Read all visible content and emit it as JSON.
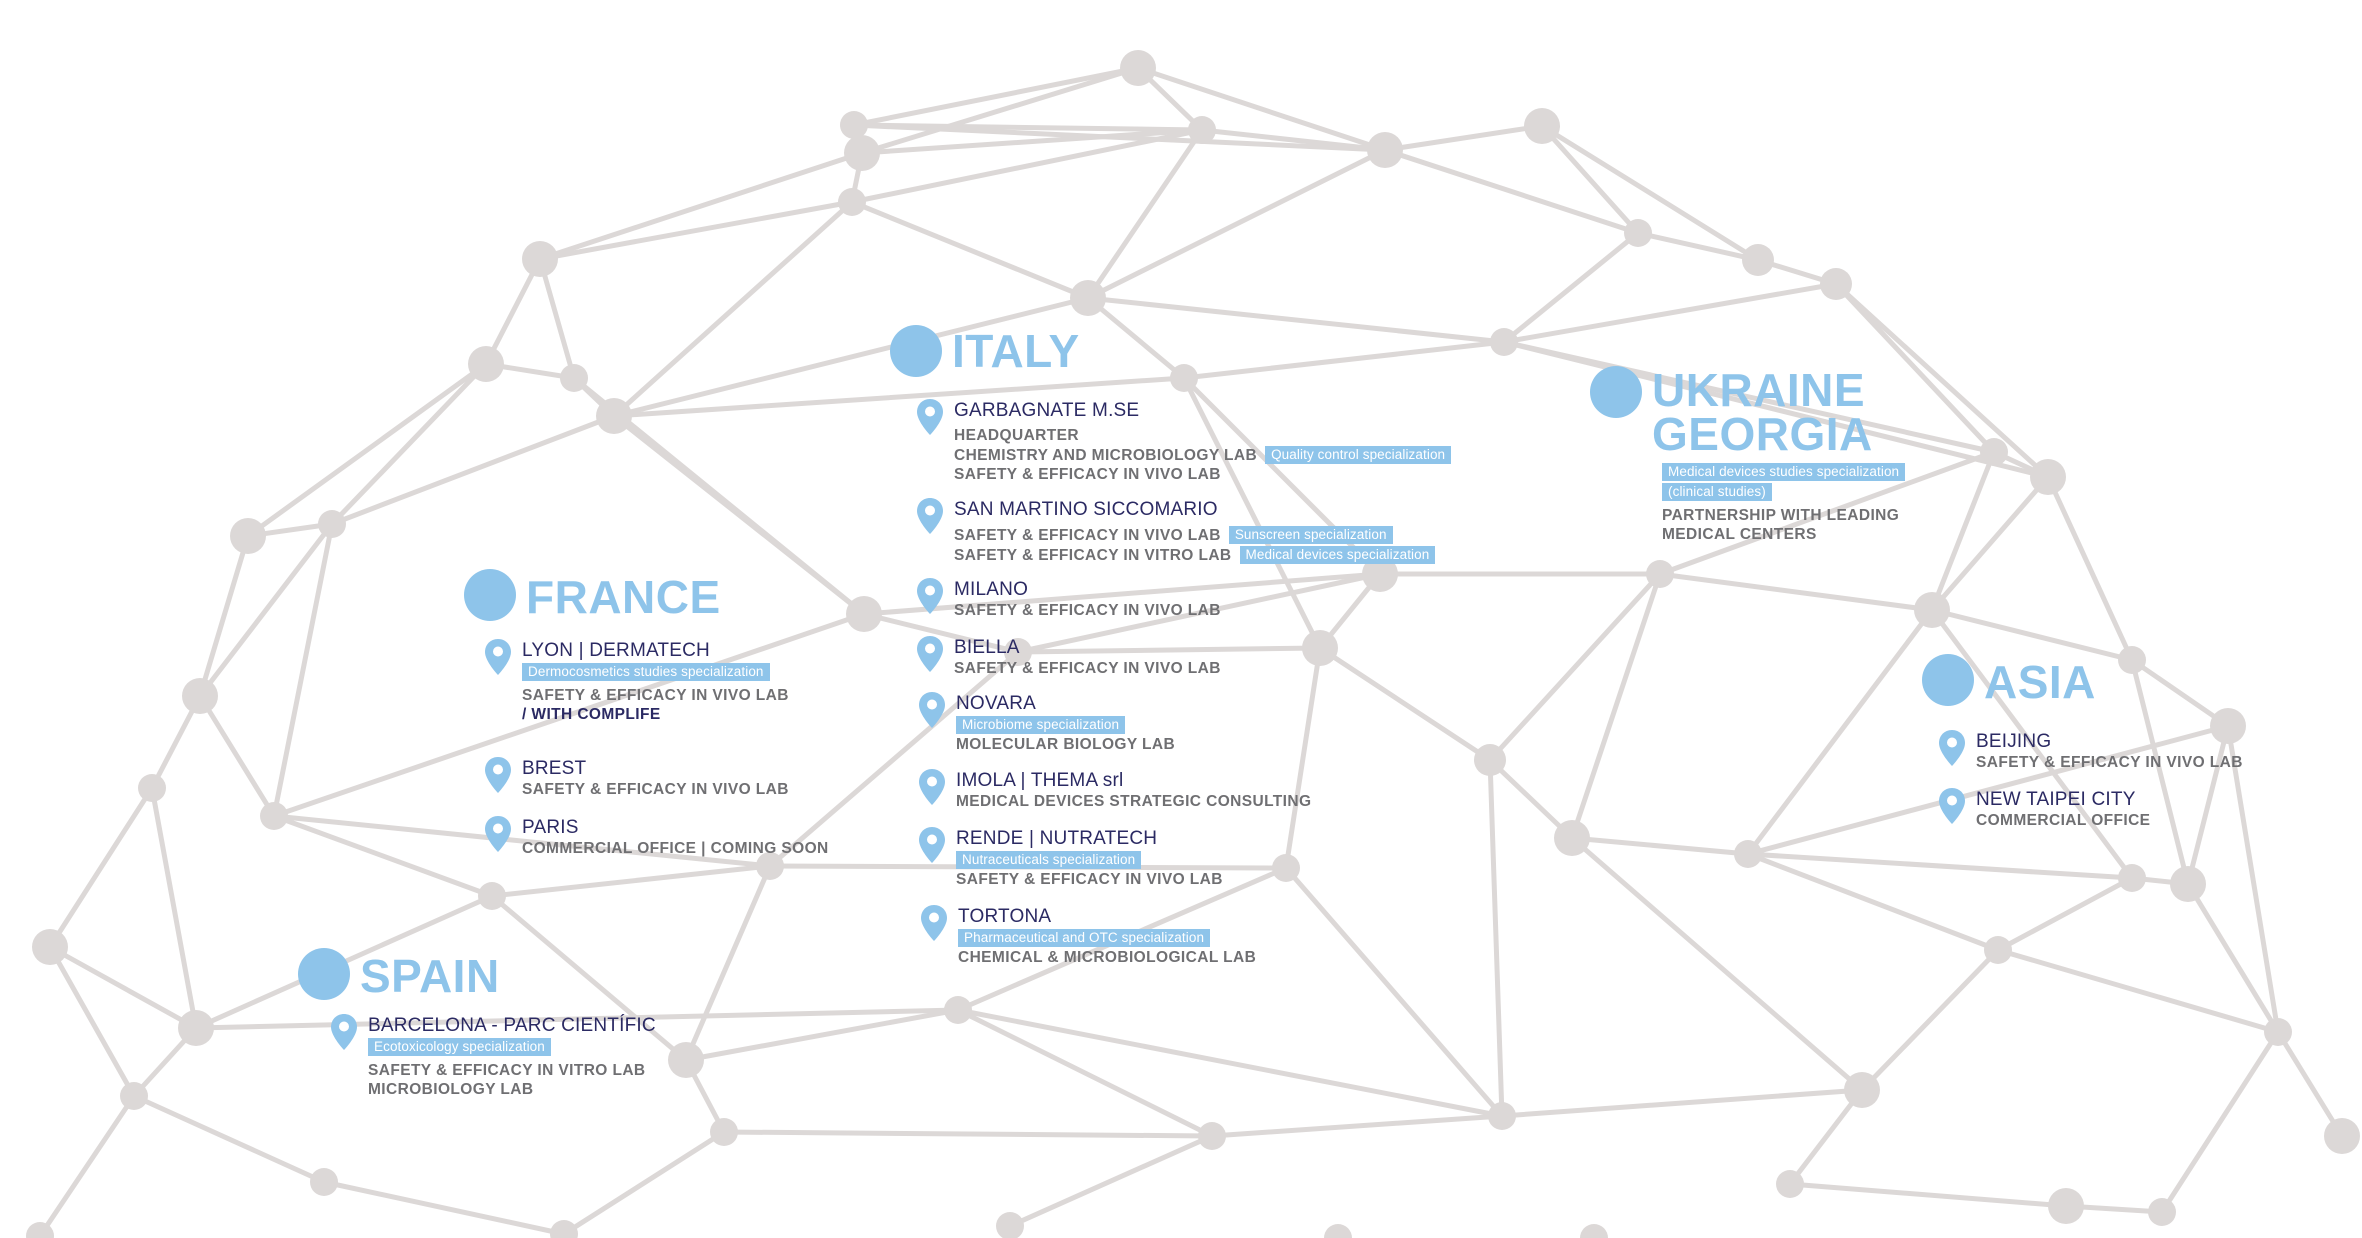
{
  "colors": {
    "accent": "#8ec4ea",
    "network": "#dcd8d7",
    "name_text": "#2b2a63",
    "detail_text": "#6f6f72"
  },
  "regions": {
    "italy": {
      "title": "ITALY",
      "locations": [
        {
          "name": "GARBAGNATE M.SE",
          "lines": [
            {
              "text": "HEADQUARTER"
            },
            {
              "text": "CHEMISTRY AND MICROBIOLOGY LAB",
              "tag": "Quality control specialization"
            },
            {
              "text": "SAFETY & EFFICACY IN VIVO LAB"
            }
          ]
        },
        {
          "name": "SAN MARTINO SICCOMARIO",
          "lines": [
            {
              "text": "SAFETY & EFFICACY IN VIVO LAB",
              "tag": "Sunscreen specialization"
            },
            {
              "text": "SAFETY & EFFICACY IN VITRO LAB",
              "tag": "Medical devices specialization"
            }
          ]
        },
        {
          "name": "MILANO",
          "lines": [
            {
              "text": "SAFETY & EFFICACY IN VIVO LAB"
            }
          ]
        },
        {
          "name": "BIELLA",
          "lines": [
            {
              "text": "SAFETY & EFFICACY IN VIVO LAB"
            }
          ]
        },
        {
          "name": "NOVARA",
          "tag": "Microbiome specialization",
          "lines": [
            {
              "text": "MOLECULAR BIOLOGY LAB"
            }
          ]
        },
        {
          "name": "IMOLA | THEMA srl",
          "lines": [
            {
              "text": "MEDICAL DEVICES STRATEGIC CONSULTING"
            }
          ]
        },
        {
          "name": "RENDE | NUTRATECH",
          "tag": "Nutraceuticals specialization",
          "lines": [
            {
              "text": "SAFETY & EFFICACY IN VIVO LAB"
            }
          ]
        },
        {
          "name": "TORTONA",
          "tag": "Pharmaceutical and OTC specialization",
          "lines": [
            {
              "text": "CHEMICAL & MICROBIOLOGICAL LAB"
            }
          ]
        }
      ]
    },
    "france": {
      "title": "FRANCE",
      "locations": [
        {
          "name": "LYON | DERMATECH",
          "tag": "Dermocosmetics studies specialization",
          "lines": [
            {
              "text": "SAFETY & EFFICACY IN VIVO LAB"
            },
            {
              "text": "/ WITH COMPLIFE",
              "emph": true
            }
          ]
        },
        {
          "name": "BREST",
          "lines": [
            {
              "text": "SAFETY & EFFICACY IN VIVO LAB"
            }
          ]
        },
        {
          "name": "PARIS",
          "lines": [
            {
              "text": "COMMERCIAL OFFICE | COMING SOON"
            }
          ]
        }
      ]
    },
    "spain": {
      "title": "SPAIN",
      "locations": [
        {
          "name": "BARCELONA - PARC CIENTÍFIC",
          "tag": "Ecotoxicology specialization",
          "lines": [
            {
              "text": "SAFETY & EFFICACY IN VITRO LAB"
            },
            {
              "text": "MICROBIOLOGY LAB"
            }
          ]
        }
      ]
    },
    "ukraine_georgia": {
      "title_lines": [
        "UKRAINE",
        "GEORGIA"
      ],
      "tags": [
        "Medical devices studies specialization",
        "(clinical studies)"
      ],
      "lines": [
        "PARTNERSHIP WITH LEADING",
        "MEDICAL CENTERS"
      ]
    },
    "asia": {
      "title": "ASIA",
      "locations": [
        {
          "name": "BEIJING",
          "inline_text": "SAFETY & EFFICACY IN VIVO LAB"
        },
        {
          "name": "NEW TAIPEI CITY",
          "lines": [
            {
              "text": "COMMERCIAL OFFICE"
            }
          ]
        }
      ]
    }
  }
}
